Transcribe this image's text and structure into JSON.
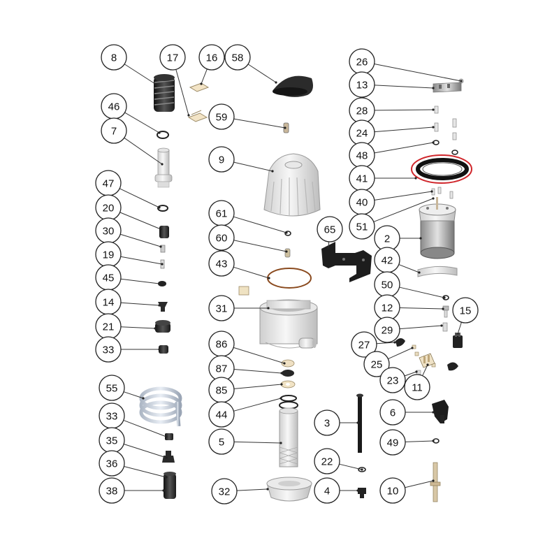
{
  "diagram": {
    "callouts": [
      "8",
      "17",
      "16",
      "58",
      "46",
      "7",
      "59",
      "9",
      "47",
      "20",
      "30",
      "19",
      "45",
      "14",
      "21",
      "33",
      "61",
      "60",
      "43",
      "31",
      "86",
      "87",
      "85",
      "44",
      "5",
      "32",
      "55",
      "33",
      "35",
      "36",
      "38",
      "3",
      "22",
      "4",
      "26",
      "13",
      "28",
      "24",
      "48",
      "41",
      "40",
      "51",
      "2",
      "65",
      "42",
      "50",
      "12",
      "15",
      "29",
      "27",
      "25",
      "23",
      "11",
      "6",
      "49",
      "10"
    ],
    "highlighted_part": "41",
    "highlight_color": "#d0262b"
  }
}
